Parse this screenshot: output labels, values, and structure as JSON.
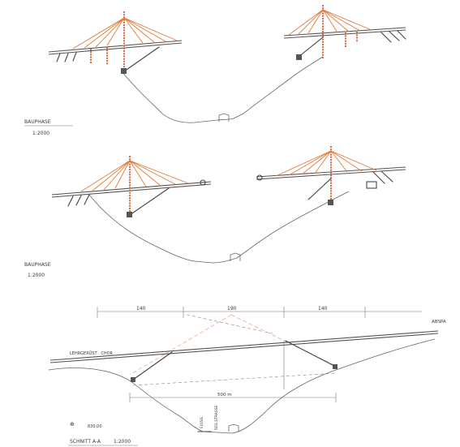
{
  "stage1": {
    "label": "BAUPHASE",
    "scale": "1:2000"
  },
  "stage2": {
    "label": "BAUPHASE",
    "scale": "1:2000"
  },
  "section": {
    "title": "SCHNITT A-A",
    "scale": "1:2000",
    "spans": [
      "140",
      "190",
      "140"
    ],
    "deck_label": "LEHRGERÜST · CHOR",
    "total_span": "500 m",
    "corner_label": "ABSPA",
    "elevation": "830.00",
    "river_label": "FLUSS",
    "road_label": "RES STRASSE"
  },
  "colors": {
    "ink": "#555555",
    "cable": "#e07a3a",
    "mast": "#d8552a"
  }
}
